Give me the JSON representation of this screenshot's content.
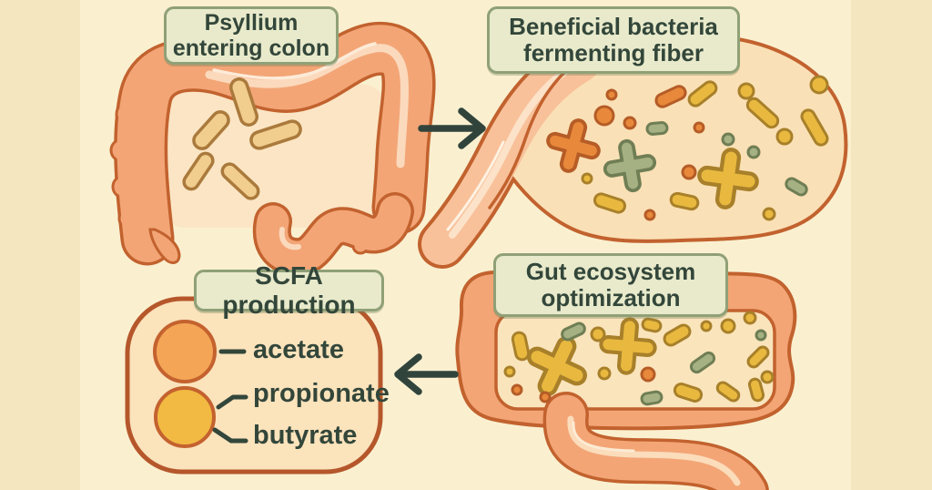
{
  "figure": {
    "title_implicit": "Psyllium fiber gut fermentation diagram",
    "labels": {
      "psyllium_line1": "Psyllium",
      "psyllium_line2": "entering colon",
      "bacteria_line1": "Beneficial bacteria",
      "bacteria_line2": "fermenting fiber",
      "gut_line1": "Gut ecosystem",
      "gut_line2": "optimization",
      "scfa_title": "SCFA production",
      "scfa_acetate": "acetate",
      "scfa_propionate": "propionate",
      "scfa_butyrate": "butyrate"
    },
    "flow_order": [
      "Psyllium entering colon",
      "Beneficial bacteria fermenting fiber",
      "Gut ecosystem optimization",
      "SCFA production"
    ],
    "icons": {
      "top_arrow": "arrow-right-icon",
      "bottom_arrow": "arrow-left-icon"
    },
    "palette": {
      "background": "#FAF0D0",
      "side_strip": "#F4E6BF",
      "label_box_fill": "#E8EACB",
      "label_box_border": "#90A077",
      "label_text": "#33463A",
      "intestine_fill": "#F3A576",
      "intestine_outline": "#C2622E",
      "intestine_highlight": "#FBD9BC",
      "interior_fill": "#FAE2BC",
      "psyllium_fill": "#F1CE8E",
      "psyllium_outline": "#AA7A3C",
      "arrow": "#31443C",
      "bacteria_orange": "#E8883A",
      "bacteria_sage": "#A5B183",
      "bacteria_gold": "#E9B93F",
      "acetate_circle_fill": "#F4A556",
      "propionate_butyrate_circle_fill": "#F2BA42"
    }
  }
}
